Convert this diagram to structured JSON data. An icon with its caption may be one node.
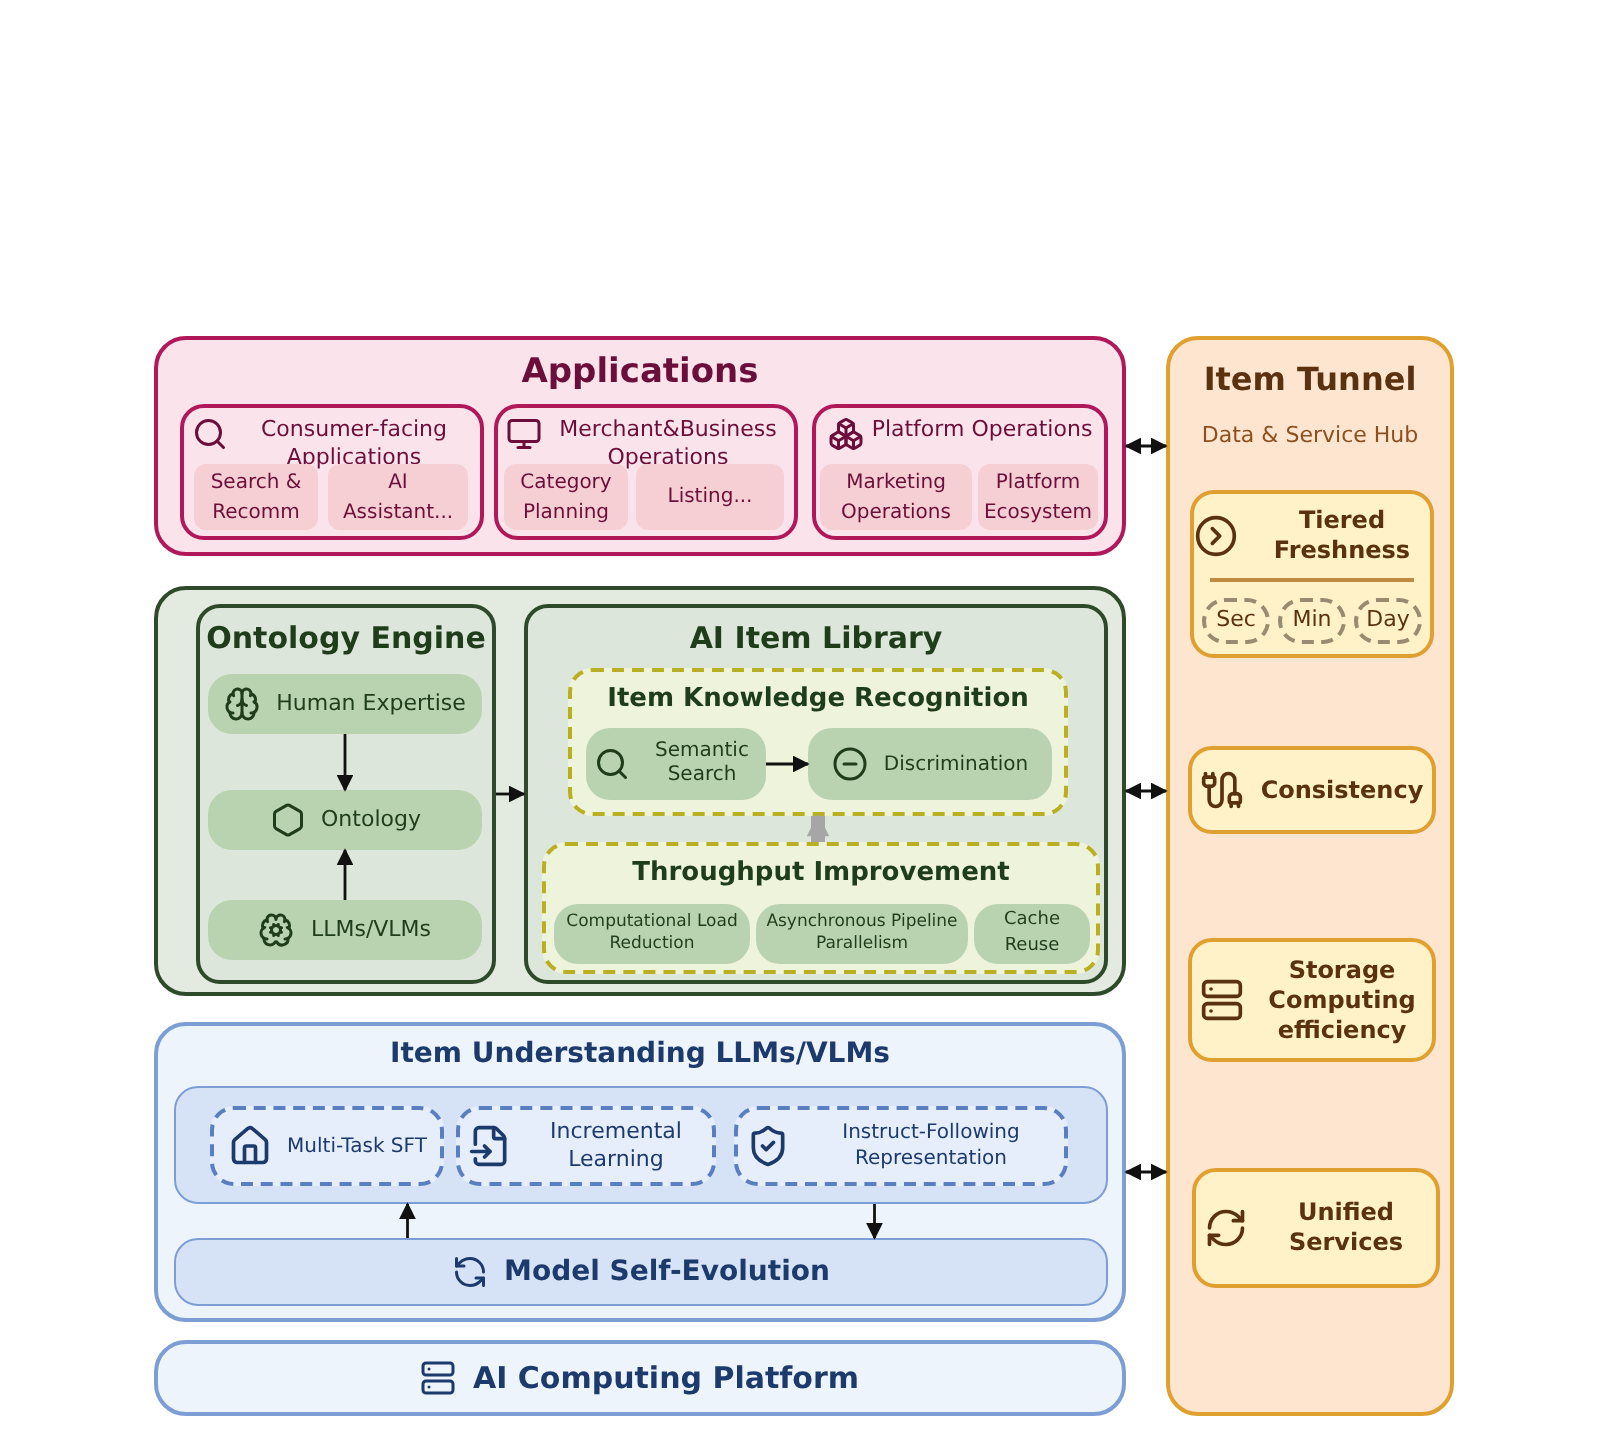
{
  "diagram": {
    "nodes": [
      {
        "text": [
          "Applications"
        ]
      },
      {
        "text": [
          "Consumer-facing Applications"
        ],
        "in": 0
      },
      {
        "text": [
          "Search & Recomm"
        ],
        "in": 1
      },
      {
        "text": [
          "AI Assistant..."
        ],
        "in": 1
      },
      {
        "text": [
          "Merchant&Business Operations"
        ],
        "in": 0
      },
      {
        "text": [
          "Category Planning"
        ],
        "in": 4
      },
      {
        "text": [
          "Listing..."
        ],
        "in": 4
      },
      {
        "text": [
          "Platform Operations"
        ],
        "in": 0
      },
      {
        "text": [
          "Marketing Operations"
        ],
        "in": 7
      },
      {
        "text": [
          "Platform Ecosystem"
        ],
        "in": 7
      },
      {
        "text": [],
        "shape": "box"
      },
      {
        "text": [
          "Ontology Engine"
        ],
        "in": 10
      },
      {
        "text": [
          "Human Expertise"
        ],
        "in": 11
      },
      {
        "text": [
          "Ontology"
        ],
        "in": 11
      },
      {
        "text": [
          "LLMs/VLMs"
        ],
        "in": 11
      },
      {
        "text": [
          "AI Item Library"
        ],
        "in": 10
      },
      {
        "text": [
          "Item Knowledge Recognition"
        ],
        "in": 15
      },
      {
        "text": [
          "Semantic Search"
        ],
        "in": 16
      },
      {
        "text": [
          "Discrimination"
        ],
        "in": 16
      },
      {
        "text": [
          "Throughput Improvement"
        ],
        "in": 15
      },
      {
        "text": [
          "Computational Load Reduction"
        ],
        "in": 19
      },
      {
        "text": [
          "Asynchronous Pipeline Parallelism"
        ],
        "in": 19
      },
      {
        "text": [
          "Cache Reuse"
        ],
        "in": 19
      },
      {
        "text": [
          "Item Understanding LLMs/VLMs"
        ]
      },
      {
        "text": [],
        "shape": "box",
        "in": 23
      },
      {
        "text": [
          "Multi-Task SFT"
        ],
        "in": 24
      },
      {
        "text": [
          "Incremental Learning"
        ],
        "in": 24
      },
      {
        "text": [
          "Instruct-Following Representation"
        ],
        "in": 24
      },
      {
        "text": [
          "Model Self-Evolution"
        ],
        "in": 23
      },
      {
        "text": [
          "AI Computing Platform"
        ]
      },
      {
        "text": [
          "Item Tunnel",
          "Data & Service Hub"
        ]
      },
      {
        "text": [
          "Tiered Freshness"
        ],
        "in": 30
      },
      {
        "text": [
          "Sec"
        ],
        "in": 31
      },
      {
        "text": [
          "Min"
        ],
        "in": 31
      },
      {
        "text": [
          "Day"
        ],
        "in": 31
      },
      {
        "text": [
          "Consistency"
        ],
        "in": 30
      },
      {
        "text": [
          "Storage Computing efficiency"
        ],
        "in": 30
      },
      {
        "text": [
          "Unified Services"
        ],
        "in": 30
      }
    ],
    "edges": [
      {
        "from": 12,
        "to": 13,
        "arrow": "to"
      },
      {
        "from": 14,
        "to": 13,
        "arrow": "to"
      },
      {
        "from": 11,
        "to": 15,
        "arrow": "to"
      },
      {
        "from": 17,
        "to": 18,
        "arrow": "to"
      },
      {
        "from": 19,
        "to": 16,
        "arrow": "to",
        "style": "thick",
        "color": "#a6a6a6"
      },
      {
        "from": 28,
        "to": 24,
        "arrow": "to"
      },
      {
        "from": 24,
        "to": 28,
        "arrow": "to"
      },
      {
        "from": 0,
        "to": 30,
        "arrow": "both"
      },
      {
        "from": 10,
        "to": 30,
        "arrow": "both"
      },
      {
        "from": 23,
        "to": 30,
        "arrow": "both"
      }
    ]
  }
}
